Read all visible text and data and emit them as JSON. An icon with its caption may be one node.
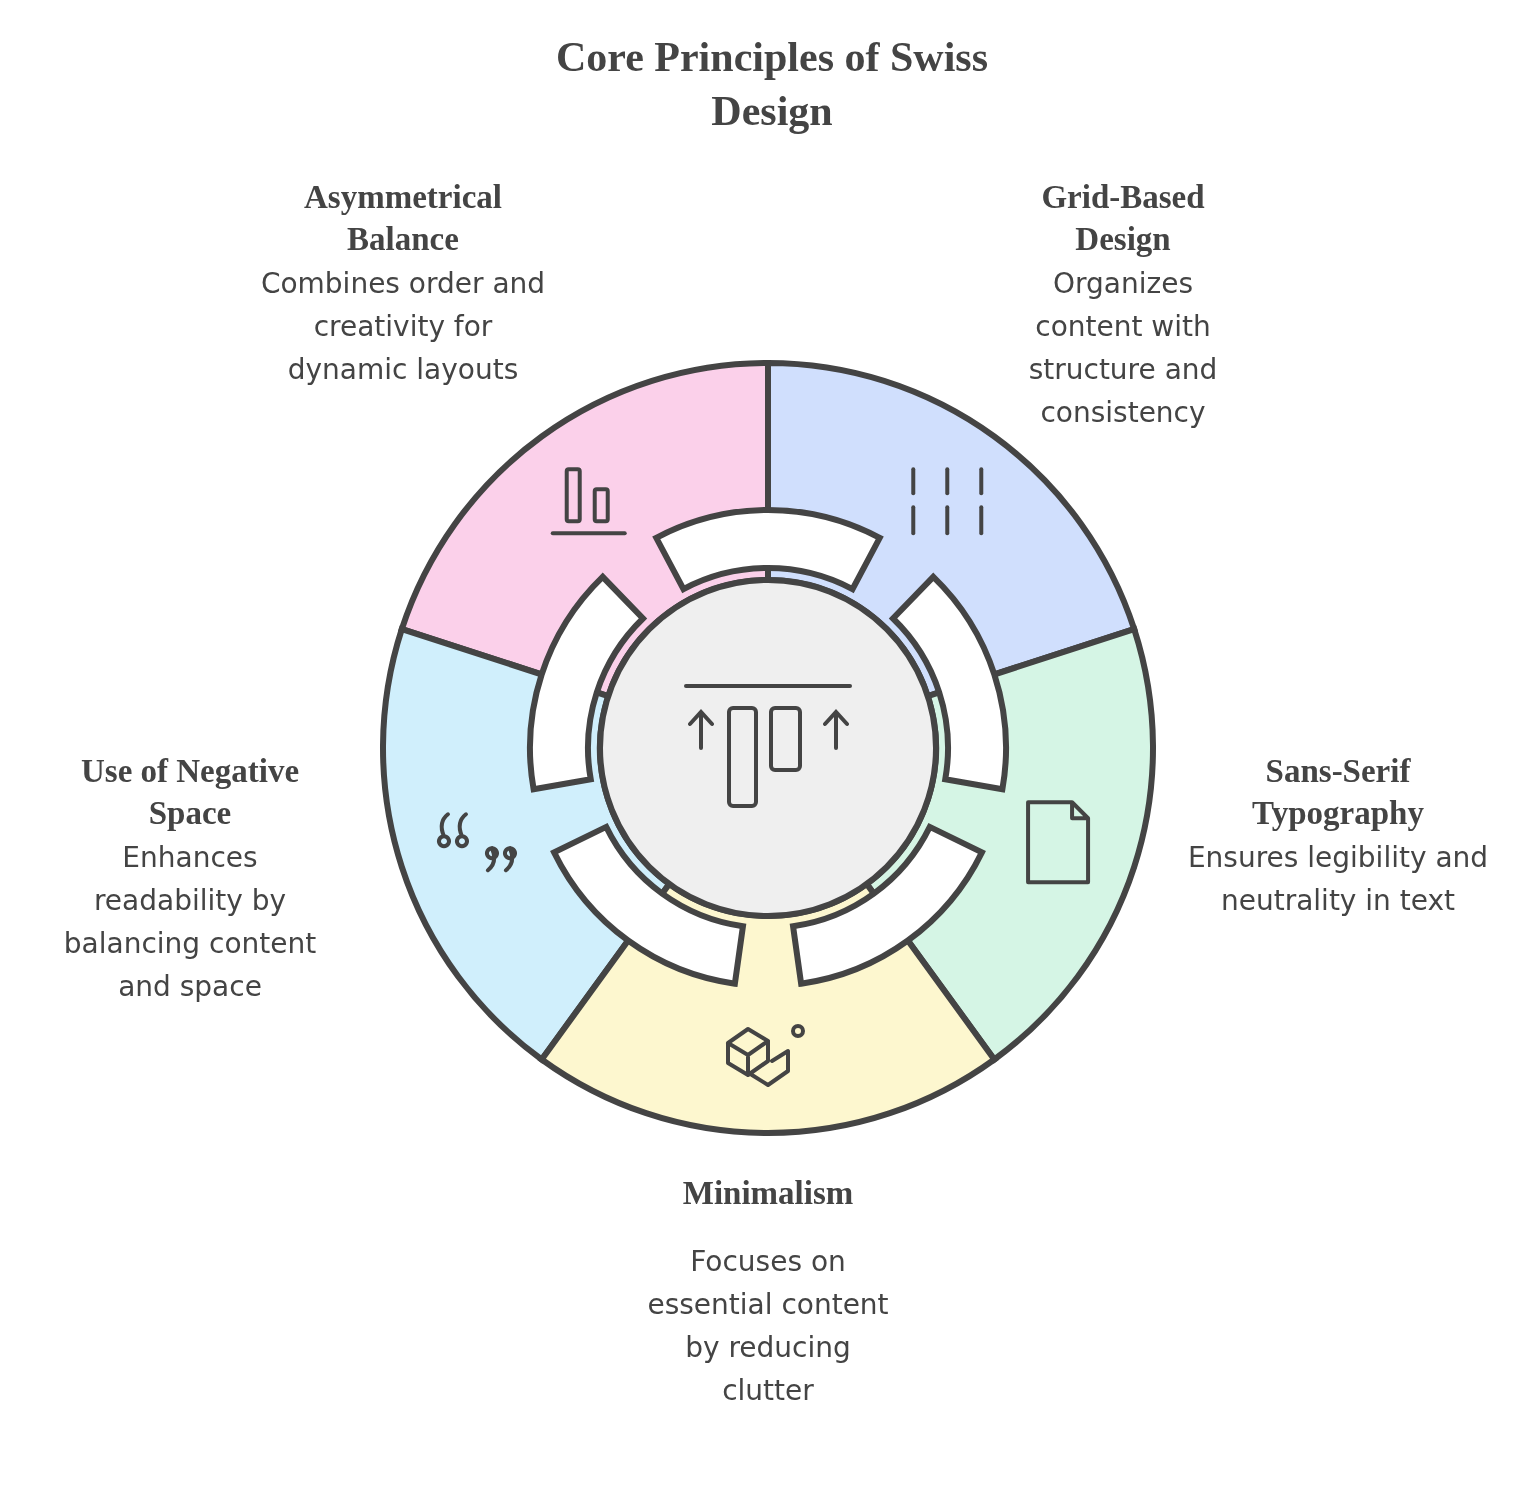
{
  "diagram": {
    "title": "Core Principles of Swiss Design",
    "nodes": [
      {
        "text": [
          "Asymmetrical Balance",
          "Combines order and creativity for dynamic layouts"
        ]
      },
      {
        "text": [
          "Grid-Based Design",
          "Organizes content with structure and consistency"
        ]
      },
      {
        "text": [],
        "shape": "circle"
      },
      {
        "text": [
          "Use of Negative Space",
          "Enhances readability by balancing content and space"
        ]
      },
      {
        "text": [
          "Sans-Serif Typography",
          "Ensures legibility and neutrality in text"
        ]
      },
      {
        "text": [
          "Minimalism",
          "Focuses on essential content by reducing clutter"
        ]
      }
    ]
  }
}
